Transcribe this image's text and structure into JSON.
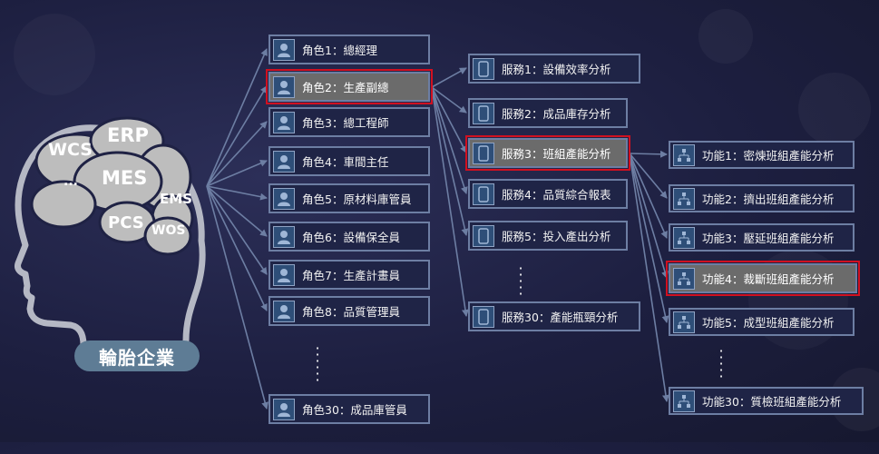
{
  "brain": {
    "systems": [
      "ERP",
      "WCS",
      "MES",
      "...",
      "EMS",
      "PCS",
      "WOS"
    ],
    "company": "輪胎企業"
  },
  "roles": [
    "角色1：總經理",
    "角色2：生產副總",
    "角色3：總工程師",
    "角色4：車間主任",
    "角色5：原材料庫管員",
    "角色6：設備保全員",
    "角色7：生產計畫員",
    "角色8：品質管理員",
    "角色30：成品庫管員"
  ],
  "services": [
    "服務1：設備效率分析",
    "服務2：成品庫存分析",
    "服務3：班組產能分析",
    "服務4：品質綜合報表",
    "服務5：投入產出分析",
    "服務30：產能瓶頸分析"
  ],
  "functions": [
    "功能1：密煉班組產能分析",
    "功能2：擠出班組產能分析",
    "功能3：壓延班組產能分析",
    "功能4：裁斷班組產能分析",
    "功能5：成型班組產能分析",
    "功能30：質檢班組產能分析"
  ],
  "selected": {
    "role": "角色2：生產副總",
    "service": "服務3：班組產能分析",
    "function": "功能4：裁斷班組產能分析"
  },
  "colors": {
    "background": "#1d1f40",
    "node_border": "#6d7ea3",
    "link": "#6d7ea3",
    "selected_fill": "#6b6b6b",
    "highlight": "#d01020",
    "company_pill": "#5e7c95",
    "brain_fill": "#bdbdbd"
  },
  "icons": {
    "role": "worker-icon",
    "service": "phone-icon",
    "function": "hierarchy-icon"
  }
}
